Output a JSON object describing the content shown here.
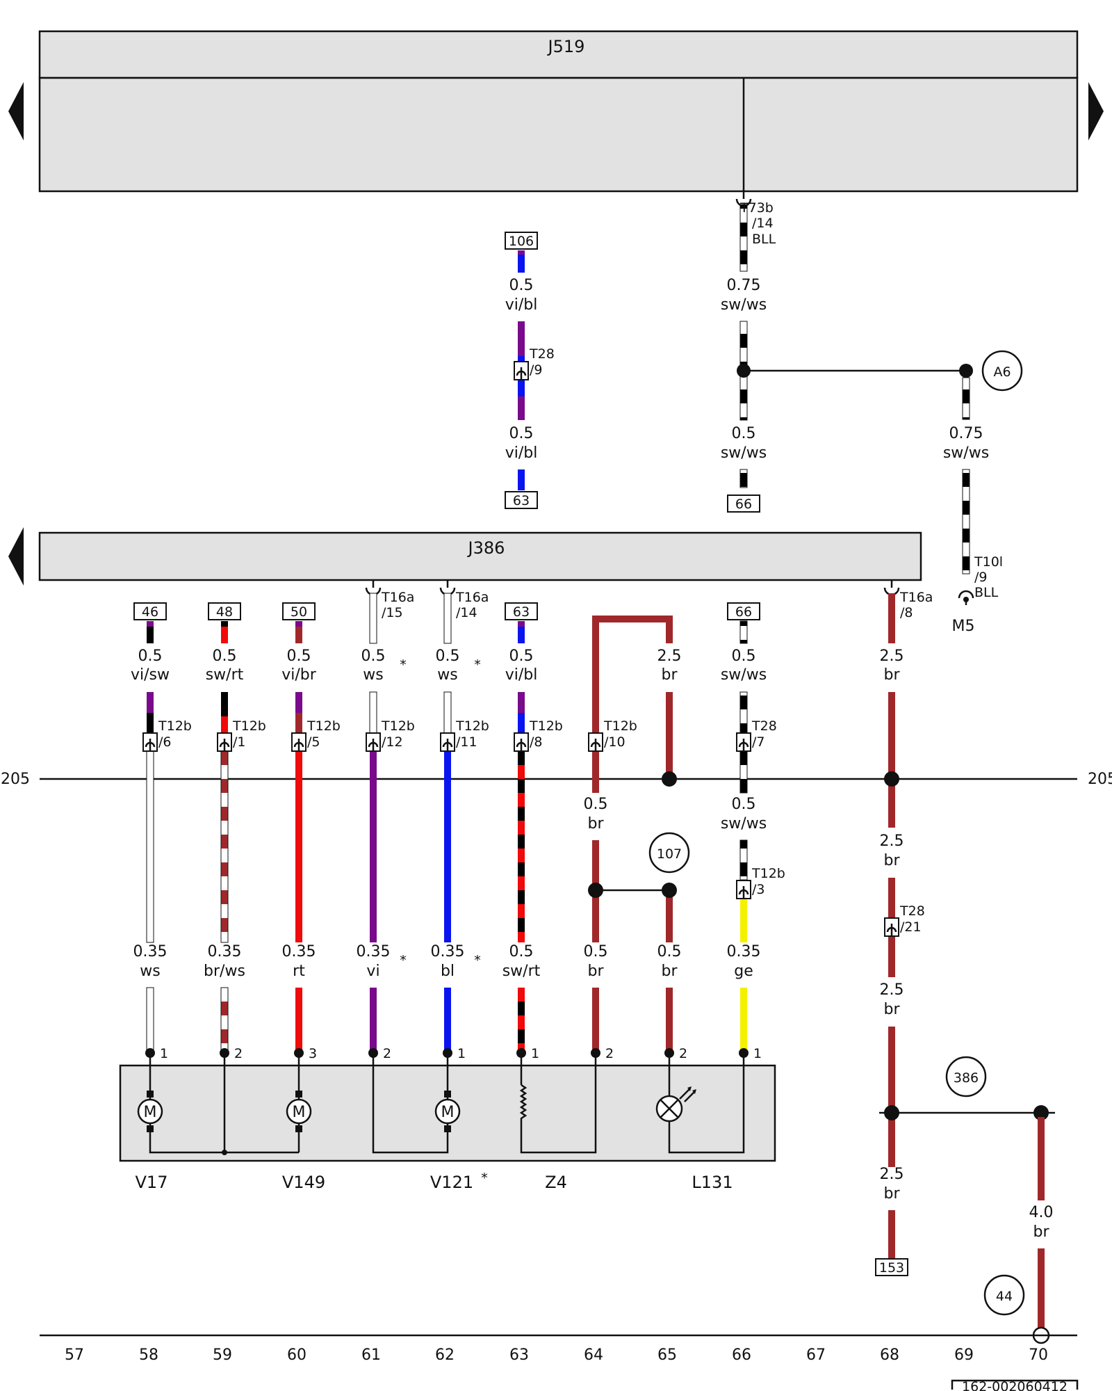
{
  "modules": {
    "top": "J519",
    "mid": "J386"
  },
  "grid_numbers": [
    "57",
    "58",
    "59",
    "60",
    "61",
    "62",
    "63",
    "64",
    "65",
    "66",
    "67",
    "68",
    "69",
    "70"
  ],
  "side_refs": {
    "left": "205",
    "right": "205"
  },
  "footer_code": "162-002060412",
  "relays": [
    {
      "ref": "106"
    },
    {
      "ref": "63"
    },
    {
      "ref": "66"
    },
    {
      "ref": "46"
    },
    {
      "ref": "48"
    },
    {
      "ref": "50"
    },
    {
      "ref": "63"
    },
    {
      "ref": "66"
    },
    {
      "ref": "153"
    }
  ],
  "circles": [
    "A6",
    "107",
    "386",
    "44"
  ],
  "connectors": {
    "t73b": [
      "T73b",
      "/14",
      "BLL"
    ],
    "t28_9": [
      "T28",
      "/9"
    ],
    "t10l": [
      "T10l",
      "/9",
      "BLL"
    ],
    "m5": "M5",
    "t16a_15": [
      "T16a",
      "/15"
    ],
    "t16a_14": [
      "T16a",
      "/14"
    ],
    "t16a_8": [
      "T16a",
      "/8"
    ],
    "t12b_6": [
      "T12b",
      "/6"
    ],
    "t12b_1": [
      "T12b",
      "/1"
    ],
    "t12b_5": [
      "T12b",
      "/5"
    ],
    "t12b_12": [
      "T12b",
      "/12"
    ],
    "t12b_11": [
      "T12b",
      "/11"
    ],
    "t12b_8": [
      "T12b",
      "/8"
    ],
    "t12b_10": [
      "T12b",
      "/10"
    ],
    "t28_7": [
      "T28",
      "/7"
    ],
    "t12b_3": [
      "T12b",
      "/3"
    ],
    "t28_21": [
      "T28",
      "/21"
    ]
  },
  "wire_labels": {
    "w106": [
      "0.5",
      "vi/bl"
    ],
    "w63top": [
      "0.5",
      "vi/bl"
    ],
    "w73": [
      "0.75",
      "sw/ws"
    ],
    "w66top": [
      "0.5",
      "sw/ws"
    ],
    "wA6": [
      "0.75",
      "sw/ws"
    ],
    "c58a": [
      "0.5",
      "vi/sw"
    ],
    "c59a": [
      "0.5",
      "sw/rt"
    ],
    "c60a": [
      "0.5",
      "vi/br"
    ],
    "c61a": [
      "0.5",
      "ws"
    ],
    "c62a": [
      "0.5",
      "ws"
    ],
    "c63a": [
      "0.5",
      "vi/bl"
    ],
    "c65a": [
      "2.5",
      "br"
    ],
    "c66a": [
      "0.5",
      "sw/ws"
    ],
    "c68a": [
      "2.5",
      "br"
    ],
    "c64b": [
      "0.5",
      "br"
    ],
    "c66b": [
      "0.5",
      "sw/ws"
    ],
    "c68b": [
      "2.5",
      "br"
    ],
    "c58c": [
      "0.35",
      "ws"
    ],
    "c59c": [
      "0.35",
      "br/ws"
    ],
    "c60c": [
      "0.35",
      "rt"
    ],
    "c61c": [
      "0.35",
      "vi"
    ],
    "c62c": [
      "0.35",
      "bl"
    ],
    "c63c": [
      "0.5",
      "sw/rt"
    ],
    "c64c": [
      "0.5",
      "br"
    ],
    "c65c": [
      "0.5",
      "br"
    ],
    "c66c": [
      "0.35",
      "ge"
    ],
    "c68c": [
      "2.5",
      "br"
    ],
    "c68d": [
      "2.5",
      "br"
    ],
    "c70d": [
      "4.0",
      "br"
    ]
  },
  "star": "*",
  "pins": [
    "1",
    "2",
    "3",
    "2",
    "1",
    "1",
    "2",
    "2",
    "1"
  ],
  "components": [
    "V17",
    "V149",
    "V121",
    "Z4",
    "L131"
  ],
  "colors": {
    "vi": "#7a0a8c",
    "bl": "#0a14f0",
    "sw": "#000000",
    "ws": "#ffffff",
    "rt": "#f00a0a",
    "br": "#a0282a",
    "ge": "#f5f000",
    "box": "#e2e2e2"
  }
}
